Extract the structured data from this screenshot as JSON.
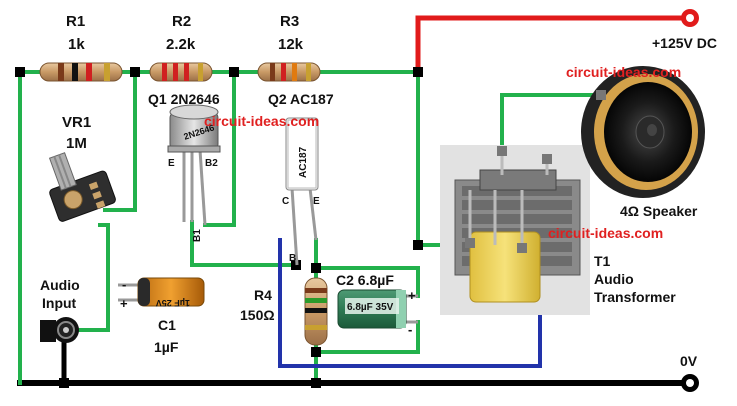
{
  "labels": {
    "r1_name": "R1",
    "r1_value": "1k",
    "r2_name": "R2",
    "r2_value": "2.2k",
    "r3_name": "R3",
    "r3_value": "12k",
    "q1": "Q1 2N2646",
    "q2": "Q2 AC187",
    "vr1_name": "VR1",
    "vr1_value": "1M",
    "supply": "+125V DC",
    "speaker": "4Ω Speaker",
    "t1_name": "T1",
    "t1_line1": "Audio",
    "t1_line2": "Transformer",
    "c2": "C2 6.8µF",
    "r4_name": "R4",
    "r4_value": "150Ω",
    "c1_name": "C1",
    "c1_value": "1µF",
    "audio_line1": "Audio",
    "audio_line2": "Input",
    "ground": "0V"
  },
  "watermarks": [
    "circuit-ideas.com",
    "circuit-ideas.com",
    "circuit-ideas.com"
  ],
  "pins": {
    "q1_e": "E",
    "q1_b2": "B2",
    "q1_b1": "B1",
    "q2_c": "C",
    "q2_e": "E",
    "q2_b": "B",
    "c1_minus": "-",
    "c1_plus": "+",
    "c2_plus": "+",
    "c2_minus": "-"
  },
  "part_markings": {
    "q1_body": "2N2646",
    "q2_body": "AC187",
    "c1_body": "1µF 25V",
    "c2_body": "6.8µF 35V"
  },
  "colors": {
    "green_wire": "#22b14c",
    "red_wire": "#e11b1b",
    "blue_wire": "#2233aa",
    "ground_wire": "#000000",
    "watermark": "#e02020"
  }
}
